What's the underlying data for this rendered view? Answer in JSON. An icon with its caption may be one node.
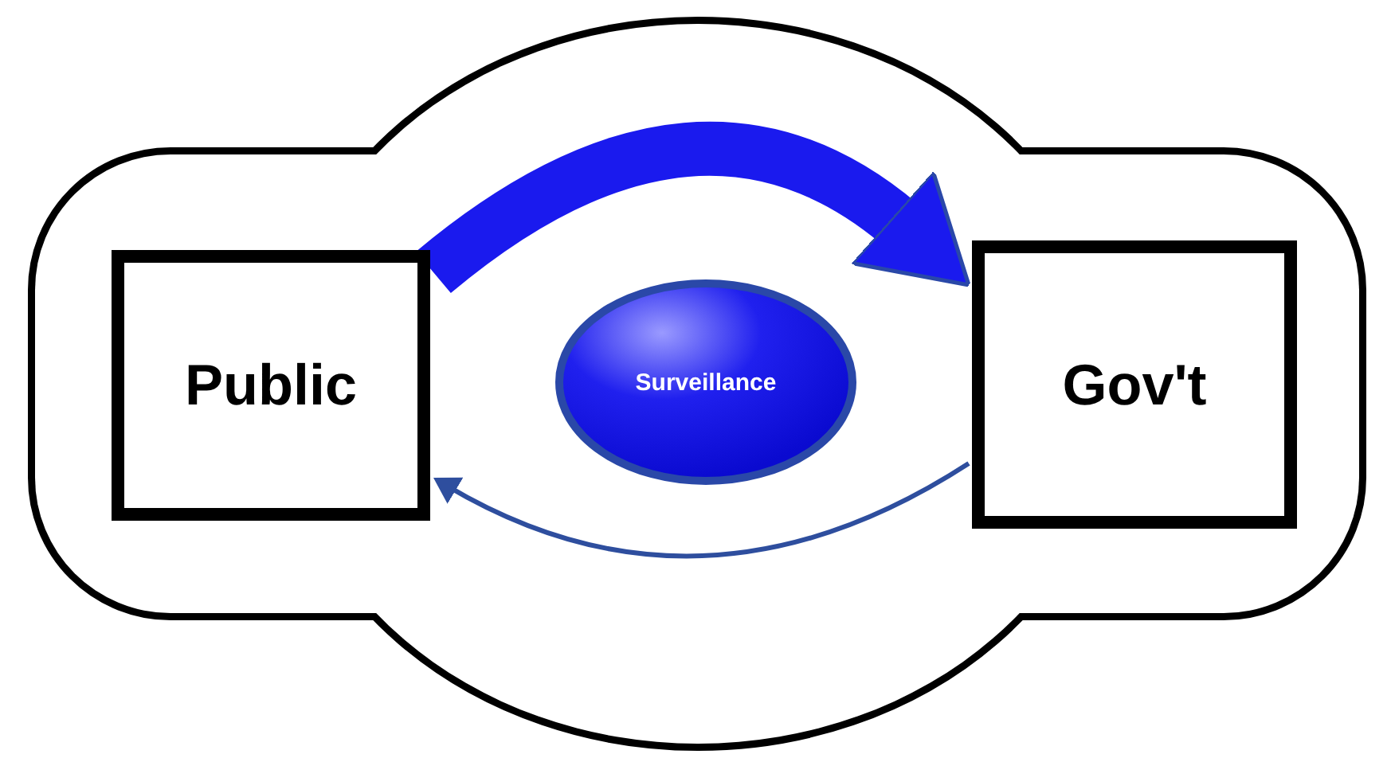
{
  "diagram": {
    "nodes": [
      {
        "text": [],
        "shape": "box"
      },
      {
        "text": [
          "Public"
        ],
        "in": 0
      },
      {
        "text": [
          "Surveillance"
        ],
        "in": 0
      },
      {
        "text": [
          "Gov't"
        ],
        "in": 0
      }
    ],
    "edges": [
      {
        "from": 1,
        "to": 3,
        "arrow": "to",
        "style": "thick",
        "color": "#1a1aee"
      },
      {
        "from": 3,
        "to": 1,
        "arrow": "to",
        "color": "#2e4e9e"
      }
    ]
  }
}
